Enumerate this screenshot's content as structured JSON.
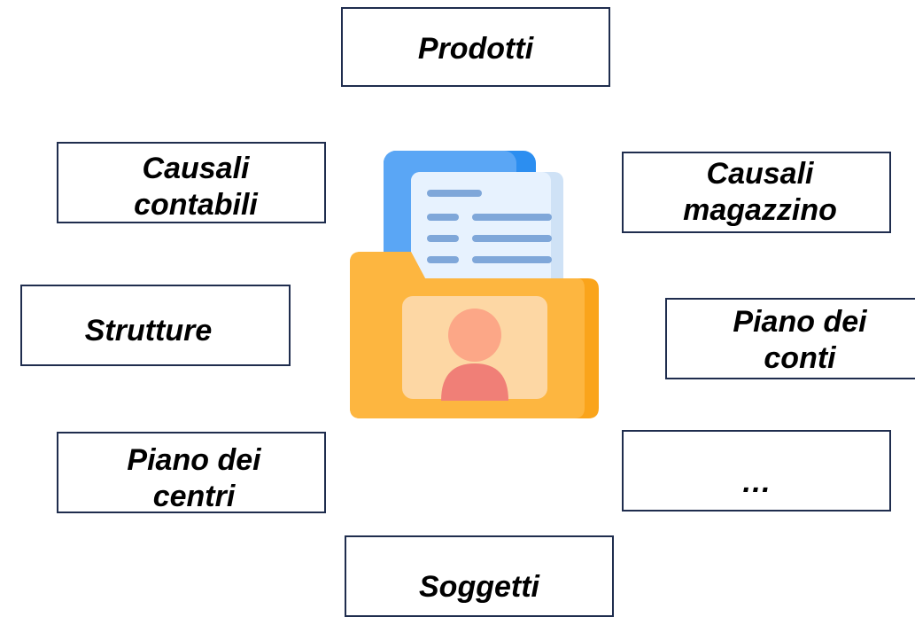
{
  "boxes": {
    "prodotti": "Prodotti",
    "causali_contabili": "Causali\ncontabili",
    "causali_magazzino": "Causali\nmagazzino",
    "strutture": "Strutture",
    "piano_conti": "Piano dei\nconti",
    "piano_centri": "Piano dei\ncentri",
    "ellipsis": "…",
    "soggetti": "Soggetti"
  },
  "icon": {
    "name": "contact-folder-icon",
    "colors": {
      "folder": "#fdb640",
      "folder_dark": "#faa41b",
      "document_blue": "#5aa6f5",
      "document_blue_dark": "#2c8ef0",
      "paper": "#e7f2fe",
      "paper_shadow": "#cfe2f6",
      "lines": "#7fa7d9",
      "card": "#fdd7a4",
      "person_head": "#fca787",
      "person_body": "#f07f77"
    }
  },
  "border_color": "#1f2d4e"
}
